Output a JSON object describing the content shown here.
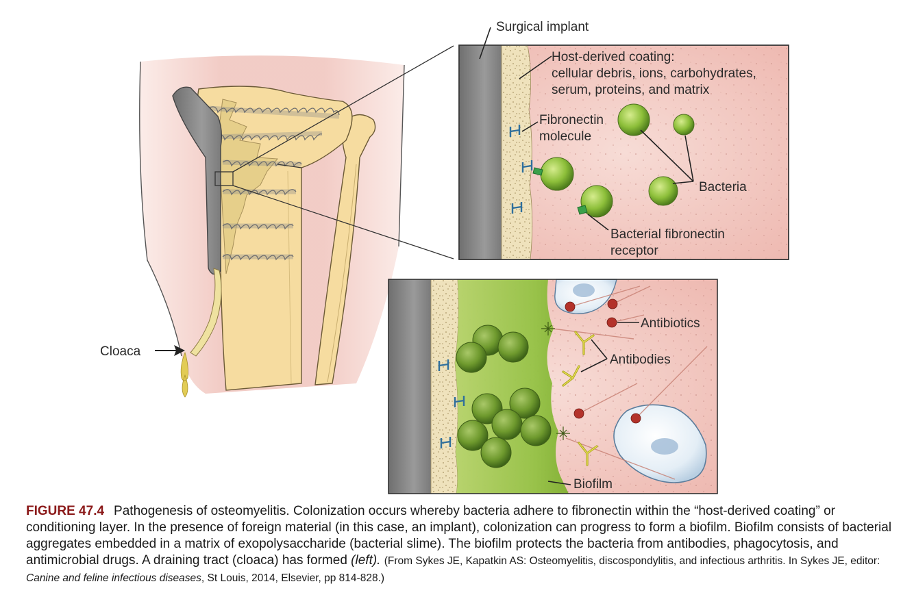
{
  "labels": {
    "surgical_implant": "Surgical implant",
    "host_coating_line1": "Host-derived coating:",
    "host_coating_line2": "cellular debris, ions, carbohydrates,",
    "host_coating_line3": "serum, proteins, and matrix",
    "fibronectin_line1": "Fibronectin",
    "fibronectin_line2": "molecule",
    "bacteria": "Bacteria",
    "receptor_line1": "Bacterial fibronectin",
    "receptor_line2": "receptor",
    "cloaca": "Cloaca",
    "antibiotics": "Antibiotics",
    "antibodies": "Antibodies",
    "biofilm": "Biofilm"
  },
  "caption": {
    "figure_number": "FIGURE 47.4",
    "text_main": "Pathogenesis of osteomyelitis. Colonization occurs whereby bacteria adhere to fibronectin within the “host-derived coating” or conditioning layer. In the presence of foreign material (in this case, an implant), colonization can progress to form a biofilm. Biofilm consists of bacterial aggregates embedded in a matrix of exopolysaccharide (bacterial slime). The biofilm protects the bacteria from antibodies, phagocytosis, and antimicrobial drugs. A draining tract (cloaca) has formed",
    "text_left": "(left).",
    "source_prefix": "(From Sykes JE, Kapatkin AS: Osteomyelitis, discospondylitis, and infectious arthritis. In Sykes JE, editor:",
    "source_title": "Canine and feline infectious diseases",
    "source_suffix": ", St Louis, 2014, Elsevier, pp 814-828.)"
  },
  "colors": {
    "tissue_pink": "#f3cfc9",
    "bone": "#f6dca0",
    "implant_gray": "#8c8c8c",
    "bacteria_green": "#8dbf3a",
    "fibronectin_blue": "#4a8fb8",
    "biofilm_green": "#9cc84a",
    "antibiotic_red": "#b3322a",
    "antibody_yellow": "#d8d13a",
    "caption_red": "#8b1a1a"
  }
}
